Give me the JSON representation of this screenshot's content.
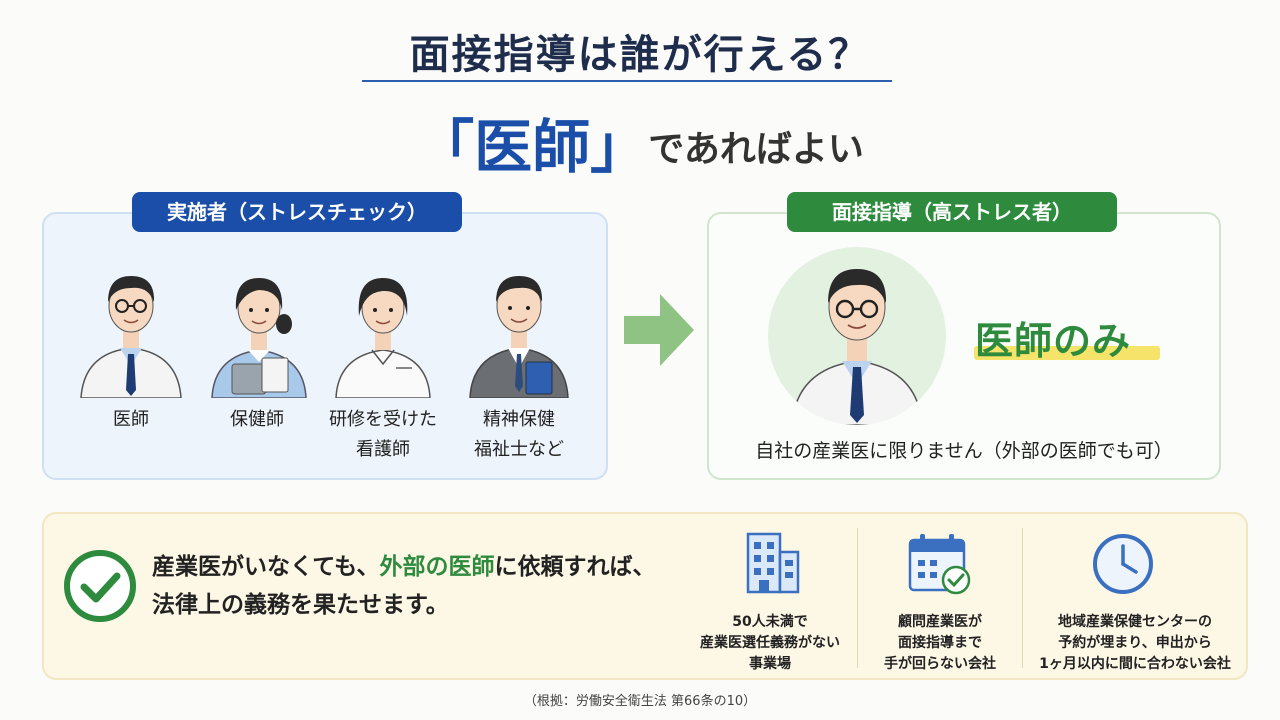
{
  "header": {
    "title": "面接指導は誰が行える？",
    "subtitle_quoted": "「医師」",
    "subtitle_rest": "であればよい"
  },
  "left_panel": {
    "badge": "実施者（ストレスチェック）",
    "people": [
      {
        "line1": "医師",
        "line2": ""
      },
      {
        "line1": "保健師",
        "line2": ""
      },
      {
        "line1": "研修を受けた",
        "line2": "看護師"
      },
      {
        "line1": "精神保健",
        "line2": "福祉士など"
      }
    ]
  },
  "right_panel": {
    "badge": "面接指導（高ストレス者）",
    "only": "医師のみ",
    "caption": "自社の産業医に限りません（外部の医師でも可）"
  },
  "bottom_panel": {
    "msg_part1": "産業医がいなくても、",
    "msg_green": "外部の医師",
    "msg_part2": "に依頼すれば、",
    "msg_line2": "法律上の義務を果たせます。",
    "cases": [
      {
        "icon": "building-icon",
        "lines": [
          "50人未満で",
          "産業医選任義務がない",
          "事業場"
        ]
      },
      {
        "icon": "calendar-check-icon",
        "lines": [
          "顧問産業医が",
          "面接指導まで",
          "手が回らない会社"
        ]
      },
      {
        "icon": "clock-icon",
        "lines": [
          "地域産業保健センターの",
          "予約が埋まり、申出から",
          "1ヶ月以内に間に合わない会社"
        ]
      }
    ]
  },
  "footnote": "（根拠：労働安全衛生法 第66条の10）",
  "colors": {
    "navy": "#1b4ea8",
    "green": "#2e8b3e",
    "highlight": "#f6e46a"
  }
}
